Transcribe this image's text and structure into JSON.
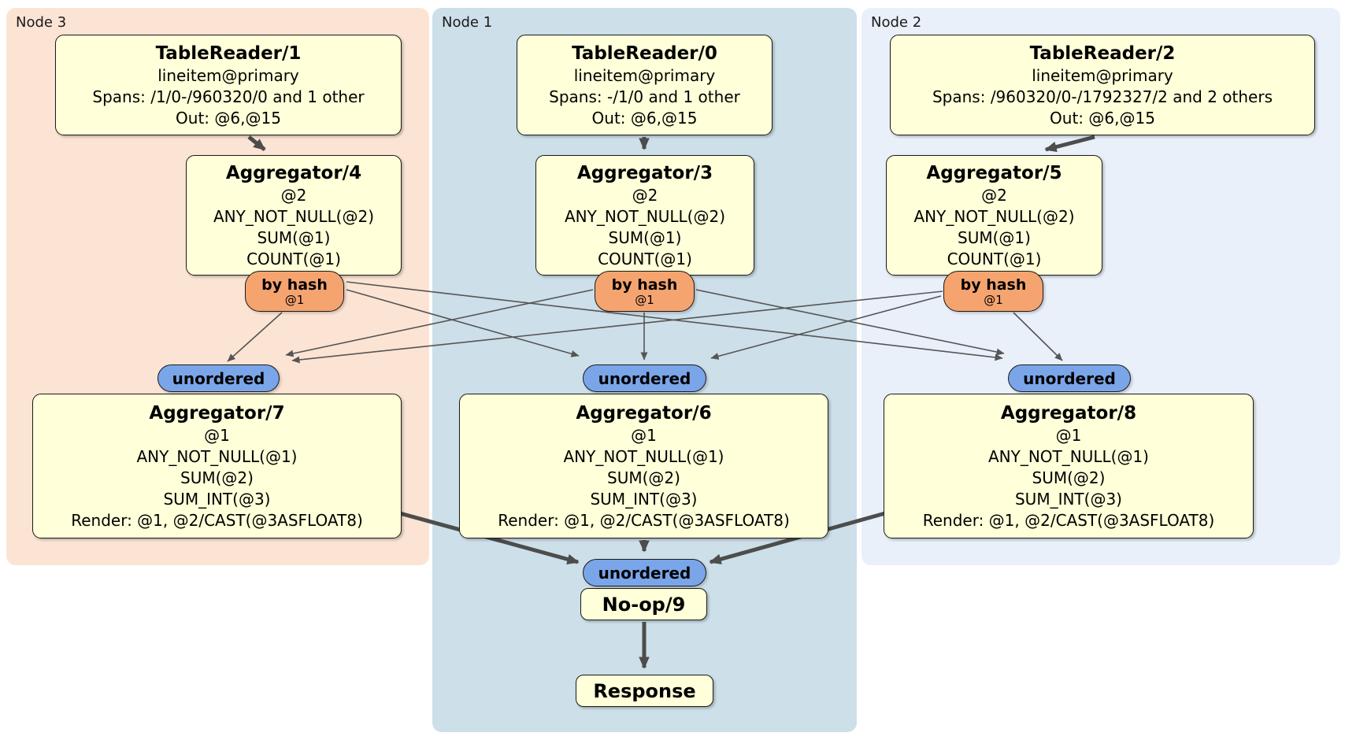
{
  "diagram": {
    "nodes": [
      {
        "label": "Node 3",
        "table_reader": {
          "title": "TableReader/1",
          "lines": [
            "lineitem@primary",
            "Spans: /1/0-/960320/0 and 1 other",
            "Out: @6,@15"
          ]
        },
        "pre_aggregator": {
          "title": "Aggregator/4",
          "lines": [
            "@2",
            "ANY_NOT_NULL(@2)",
            "SUM(@1)",
            "COUNT(@1)"
          ]
        },
        "router": {
          "label": "by hash",
          "detail": "@1"
        },
        "synchronizer": {
          "label": "unordered"
        },
        "final_aggregator": {
          "title": "Aggregator/7",
          "lines": [
            "@1",
            "ANY_NOT_NULL(@1)",
            "SUM(@2)",
            "SUM_INT(@3)",
            "Render: @1, @2/CAST(@3ASFLOAT8)"
          ]
        }
      },
      {
        "label": "Node 1",
        "table_reader": {
          "title": "TableReader/0",
          "lines": [
            "lineitem@primary",
            "Spans: -/1/0 and 1 other",
            "Out: @6,@15"
          ]
        },
        "pre_aggregator": {
          "title": "Aggregator/3",
          "lines": [
            "@2",
            "ANY_NOT_NULL(@2)",
            "SUM(@1)",
            "COUNT(@1)"
          ]
        },
        "router": {
          "label": "by hash",
          "detail": "@1"
        },
        "synchronizer": {
          "label": "unordered"
        },
        "final_aggregator": {
          "title": "Aggregator/6",
          "lines": [
            "@1",
            "ANY_NOT_NULL(@1)",
            "SUM(@2)",
            "SUM_INT(@3)",
            "Render: @1, @2/CAST(@3ASFLOAT8)"
          ]
        }
      },
      {
        "label": "Node 2",
        "table_reader": {
          "title": "TableReader/2",
          "lines": [
            "lineitem@primary",
            "Spans: /960320/0-/1792327/2 and 2 others",
            "Out: @6,@15"
          ]
        },
        "pre_aggregator": {
          "title": "Aggregator/5",
          "lines": [
            "@2",
            "ANY_NOT_NULL(@2)",
            "SUM(@1)",
            "COUNT(@1)"
          ]
        },
        "router": {
          "label": "by hash",
          "detail": "@1"
        },
        "synchronizer": {
          "label": "unordered"
        },
        "final_aggregator": {
          "title": "Aggregator/8",
          "lines": [
            "@1",
            "ANY_NOT_NULL(@1)",
            "SUM(@2)",
            "SUM_INT(@3)",
            "Render: @1, @2/CAST(@3ASFLOAT8)"
          ]
        }
      }
    ],
    "output": {
      "synchronizer": "unordered",
      "noop_label": "No-op/9",
      "response_label": "Response"
    },
    "colors": {
      "node3-bg": "#fce4d4",
      "node1-bg": "#cddfe9",
      "node2-bg": "#e9f0fa",
      "box-fill": "#ffffd9",
      "box-border": "#1a1a1a",
      "router-fill": "#f5a470",
      "sync-fill": "#7aa6e9",
      "edge-thin": "#555555",
      "edge-thick": "#4d4d4d",
      "text": "#000000",
      "region-label": "#1a1a1a",
      "page-bg": "#ffffff"
    }
  }
}
